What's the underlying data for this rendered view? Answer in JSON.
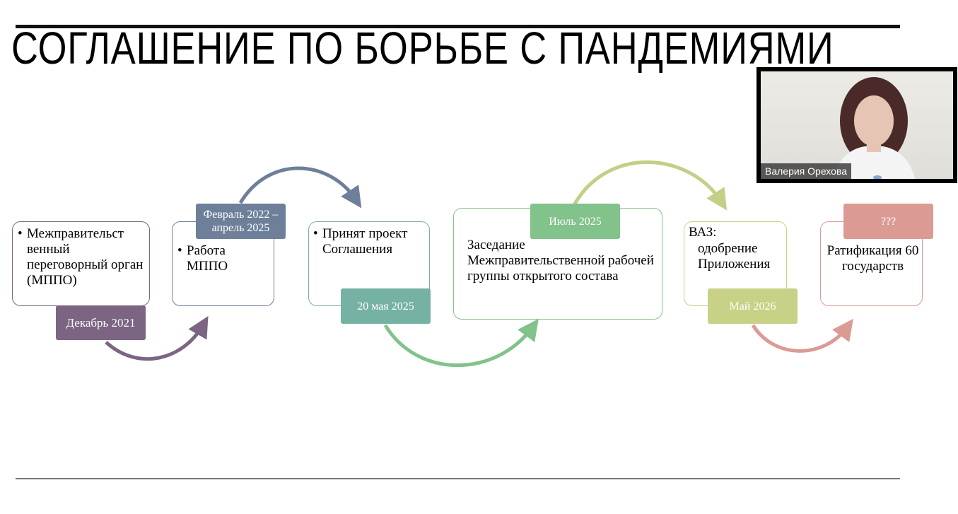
{
  "slide": {
    "title": "СОГЛАШЕНИЕ ПО БОРЬБЕ С ПАНДЕМИЯМИ"
  },
  "timeline": [
    {
      "text": "Межправительст венный переговорный орган (МППО)",
      "date": "Декабрь 2021",
      "color": "#7b6582"
    },
    {
      "text": "Работа МППО",
      "date": "Февраль 2022 – апрель 2025",
      "color": "#6e7f99"
    },
    {
      "text": "Принят проект Соглашения",
      "date": "20 мая 2025",
      "color": "#76b2a3"
    },
    {
      "text": "Заседание Межправительственной рабочей группы открытого состава",
      "date": "Июль 2025",
      "color": "#82c28b"
    },
    {
      "text_line1": "ВАЗ:",
      "text_line2": "одобрение Приложения",
      "date": "Май 2026",
      "color": "#c8d185"
    },
    {
      "text": "Ратификация 60 государств",
      "date": "???",
      "color": "#db9b94"
    }
  ],
  "video": {
    "participant_name": "Валерия Орехова"
  }
}
